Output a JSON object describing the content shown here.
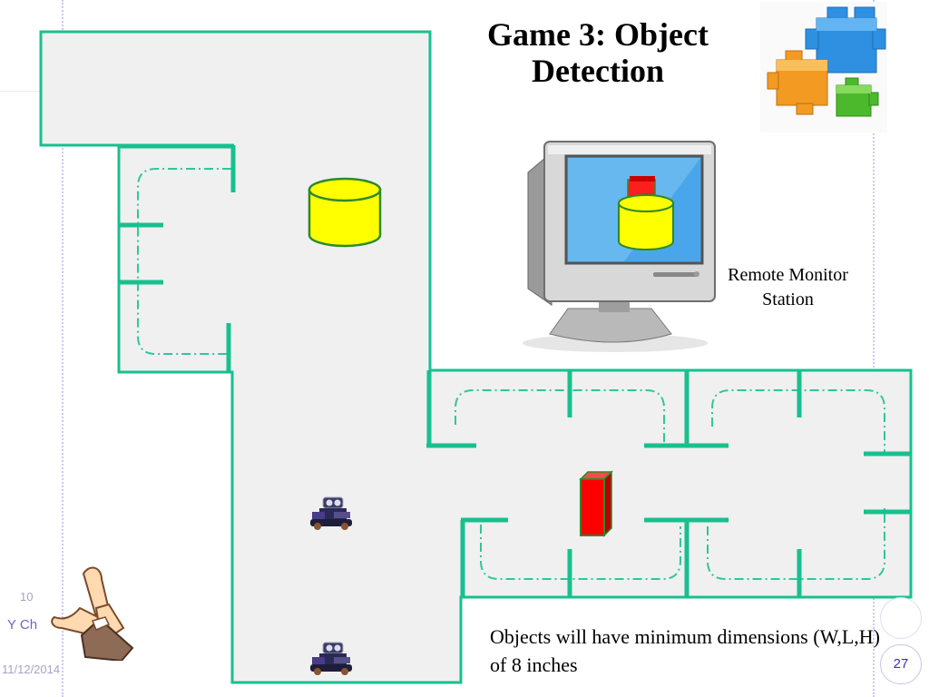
{
  "slide": {
    "title": "Game 3: Object Detection",
    "monitor_label": "Remote Monitor Station",
    "caption": "Objects will have minimum dimensions (W,L,H) of 8 inches",
    "page_number": "27",
    "footer_date": "11/12/2014",
    "footer_number": "10",
    "footer_author": "Y Ch"
  },
  "icons": {
    "logo": "puzzle-blocks-logo",
    "monitor": "computer-monitor-icon",
    "robot": "robot-icon",
    "hands": "clapping-hands-icon"
  },
  "colors": {
    "wall": "#18c08e",
    "floor": "#f0f0f0",
    "yellow_object": "#ffff00",
    "red_object": "#ff0000",
    "robot_path": "#2ec79a"
  }
}
